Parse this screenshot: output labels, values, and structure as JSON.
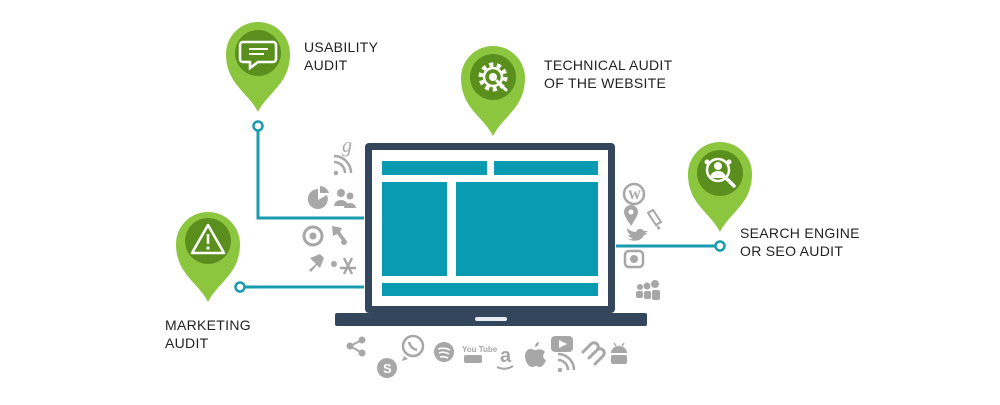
{
  "colors": {
    "pin_green": "#8cc63f",
    "pin_inner": "#5a8f1e",
    "connector": "#1b9bb0",
    "laptop_frame": "#34465c",
    "screen_block": "#0a9ab1",
    "icon_grey": "#a7a7a7"
  },
  "audits": {
    "usability": {
      "line1": "USABILITY",
      "line2": "AUDIT",
      "icon": "chat-bubble-icon"
    },
    "technical": {
      "line1": "TECHNICAL AUDIT",
      "line2": "OF THE WEBSITE",
      "icon": "gear-wrench-icon"
    },
    "seo": {
      "line1": "SEARCH ENGINE",
      "line2": "OR SEO AUDIT",
      "icon": "user-search-icon"
    },
    "marketing": {
      "line1": "MARKETING",
      "line2": "AUDIT",
      "icon": "warning-icon"
    }
  },
  "floating_icons": {
    "google": "g",
    "wordpress": "W",
    "youtube_text": "You Tube",
    "amazon": "a",
    "names": [
      "google-icon",
      "rss-icon",
      "pie-chart-icon",
      "users-icon",
      "chrome-icon",
      "tools-icon",
      "pin-icon",
      "app-store-icon",
      "wordpress-icon",
      "location-icon",
      "pencil-icon",
      "twitter-icon",
      "camera-icon",
      "myspace-icon",
      "share-icon",
      "skype-icon",
      "whatsapp-icon",
      "spotify-icon",
      "youtube-icon",
      "amazon-icon",
      "apple-icon",
      "youtube-play-icon",
      "rss-icon",
      "squarespace-icon",
      "android-icon"
    ]
  }
}
